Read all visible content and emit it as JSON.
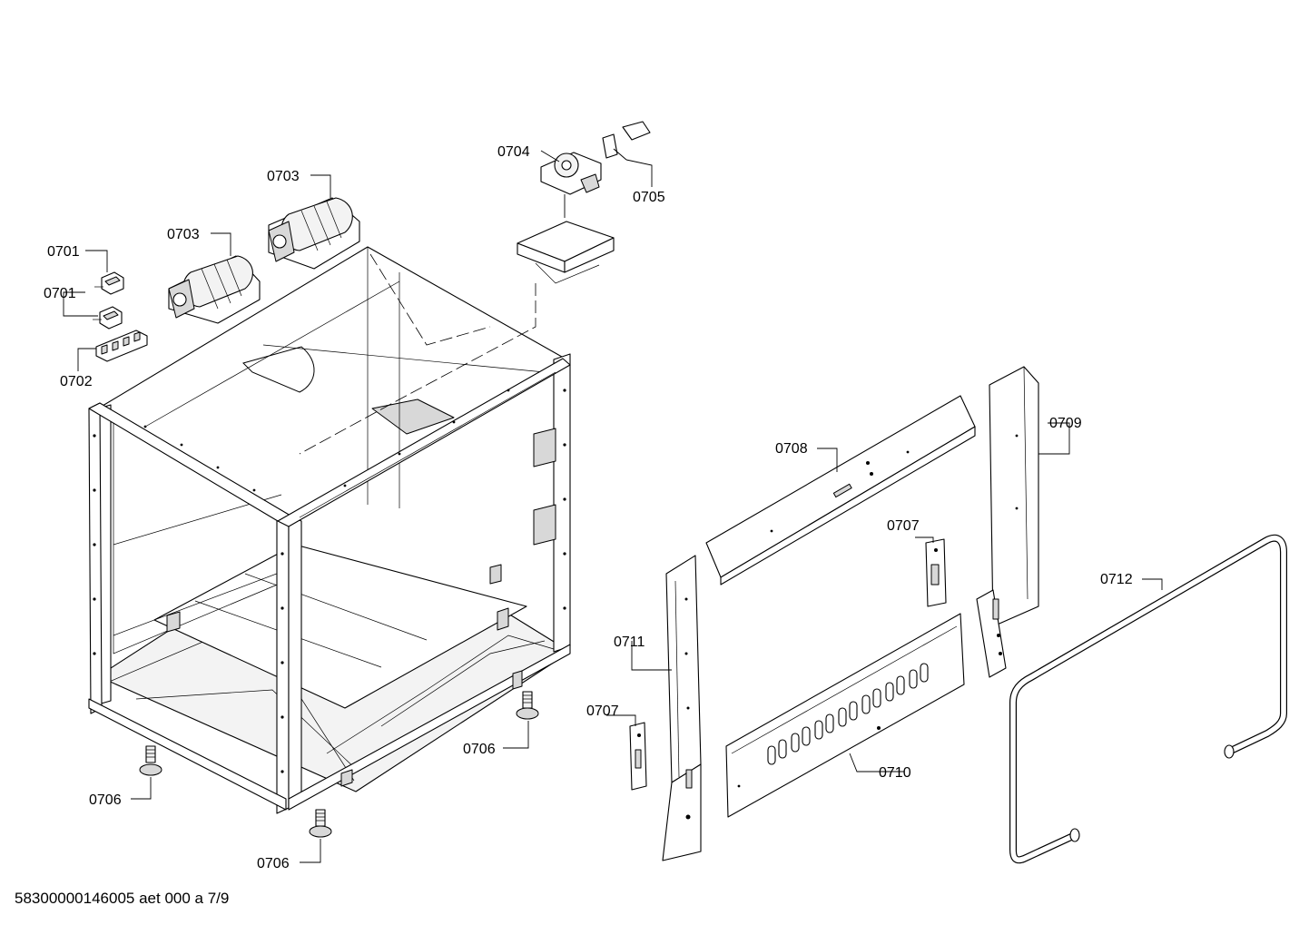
{
  "callouts": {
    "c0701a": "0701",
    "c0701b": "0701",
    "c0702": "0702",
    "c0703a": "0703",
    "c0703b": "0703",
    "c0704": "0704",
    "c0705": "0705",
    "c0706a": "0706",
    "c0706b": "0706",
    "c0706c": "0706",
    "c0707a": "0707",
    "c0707b": "0707",
    "c0708": "0708",
    "c0709": "0709",
    "c0710": "0710",
    "c0711": "0711",
    "c0712": "0712"
  },
  "footer": {
    "text": "58300000146005 aet 000 a 7/9"
  }
}
